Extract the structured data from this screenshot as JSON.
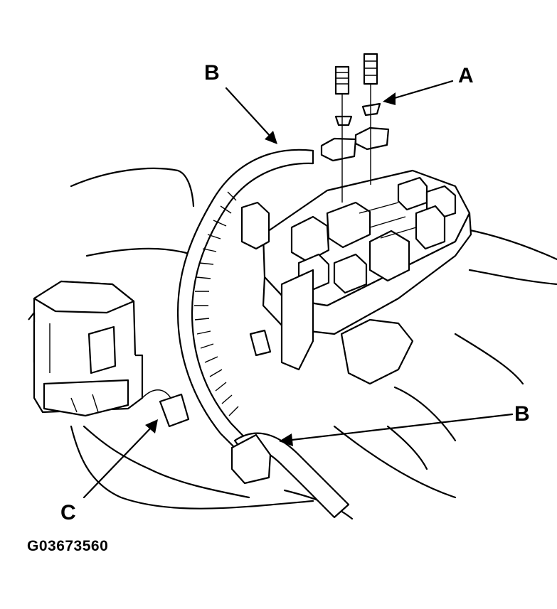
{
  "callouts": {
    "a": "A",
    "b_upper": "B",
    "b_lower": "B",
    "c": "C"
  },
  "figure_id": "G03673560"
}
